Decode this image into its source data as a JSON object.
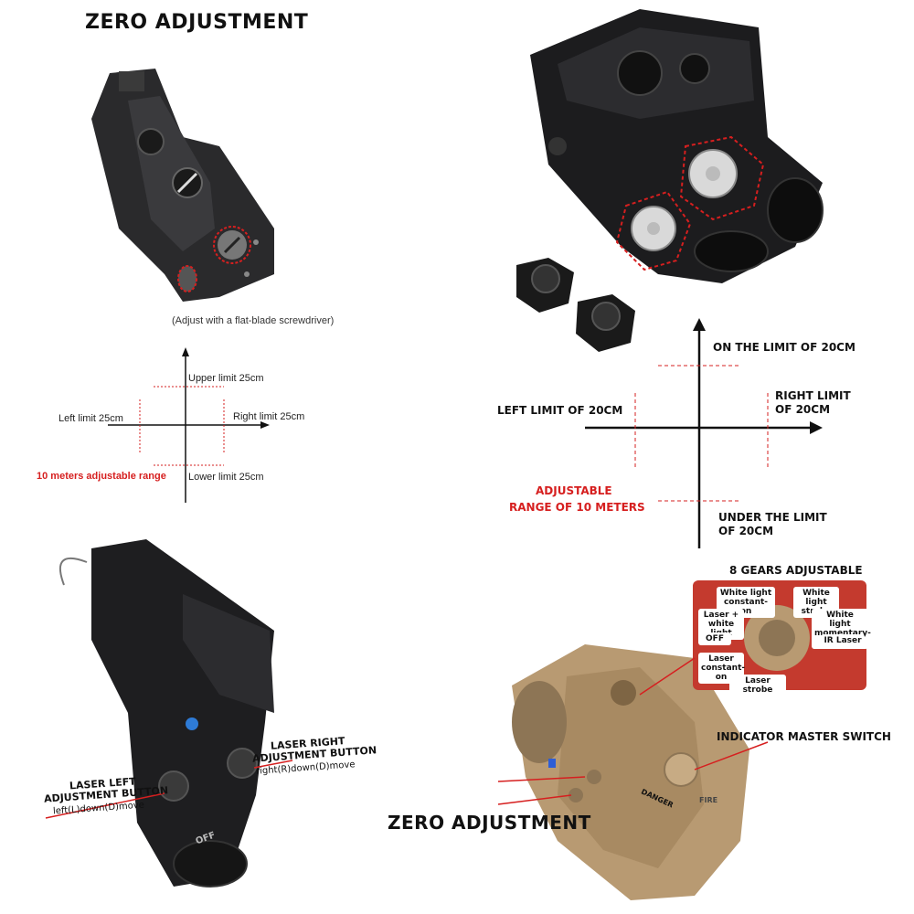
{
  "top_left": {
    "title": "ZERO ADJUSTMENT",
    "caption": "(Adjust with a flat-blade screwdriver)",
    "upper_limit": "Upper limit 25cm",
    "left_limit": "Left limit 25cm",
    "right_limit": "Right limit 25cm",
    "lower_limit": "Lower limit 25cm",
    "range": "10 meters adjustable range"
  },
  "top_right": {
    "upper_limit": "ON THE LIMIT OF 20CM",
    "left_limit": "LEFT LIMIT OF 20CM",
    "right_limit_line1": "RIGHT LIMIT",
    "right_limit_line2": "OF 20CM",
    "range_line1": "ADJUSTABLE",
    "range_line2": "RANGE OF 10 METERS",
    "lower_limit_line1": "UNDER THE LIMIT",
    "lower_limit_line2": "OF 20CM"
  },
  "bottom_left": {
    "right_button_line1": "LASER RIGHT",
    "right_button_line2": "ADJUSTMENT BUTTON",
    "right_button_line3": "right(R)down(D)move",
    "left_button_line1": "LASER LEFT",
    "left_button_line2": "ADJUSTMENT BUTTON",
    "left_button_line3": "left(L)down(D)move",
    "off_label": "OFF"
  },
  "bottom_right": {
    "gears_title": "8 GEARS ADJUSTABLE",
    "modes": [
      "White light constant-on",
      "White light strobe",
      "Laser + white light",
      "White light momentary-on",
      "OFF",
      "IR Laser",
      "Laser constant-on",
      "Laser strobe"
    ],
    "indicator": "INDICATOR MASTER SWITCH",
    "zero": "ZERO ADJUSTMENT",
    "danger": "DANGER",
    "fire": "FIRE"
  },
  "colors": {
    "accent_red": "#d61f1f",
    "device_black": "#1c1c1e",
    "device_tan": "#b89a72"
  }
}
